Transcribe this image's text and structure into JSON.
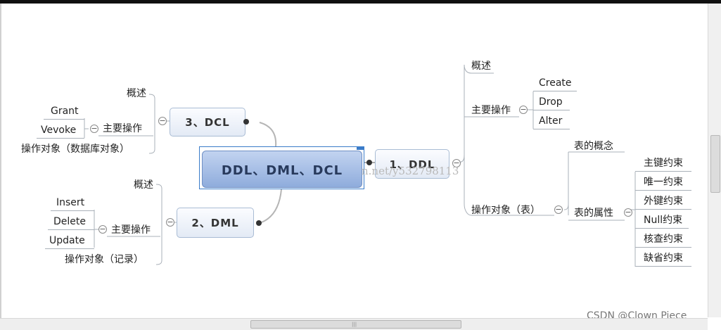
{
  "central": {
    "label": "DDL、DML、DCL"
  },
  "ddl": {
    "label": "1、DDL",
    "overview": "概述",
    "main_ops": {
      "label": "主要操作",
      "items": [
        "Create",
        "Drop",
        "Alter"
      ]
    },
    "object": {
      "label": "操作对象（表）",
      "concept": "表的概念",
      "attributes": {
        "label": "表的属性",
        "items": [
          "主键约束",
          "唯一约束",
          "外键约束",
          "Null约束",
          "核查约束",
          "缺省约束"
        ]
      }
    }
  },
  "dcl": {
    "label": "3、DCL",
    "overview": "概述",
    "main_ops": {
      "label": "主要操作",
      "items": [
        "Grant",
        "Vevoke"
      ]
    },
    "object": "操作对象（数据库对象）"
  },
  "dml": {
    "label": "2、DML",
    "overview": "概述",
    "main_ops": {
      "label": "主要操作",
      "items": [
        "Insert",
        "Delete",
        "Update"
      ]
    },
    "object": "操作对象（记录）"
  },
  "toggle_symbol": "−",
  "scroll_grip": "|||",
  "watermark": "n.net/y532798113",
  "credit": "CSDN @Clown Piece",
  "colors": {
    "node_border": "#a9bcd4",
    "central_fill": "#8facdc",
    "selection": "#3a7cc9",
    "line": "#a9b0b8"
  }
}
